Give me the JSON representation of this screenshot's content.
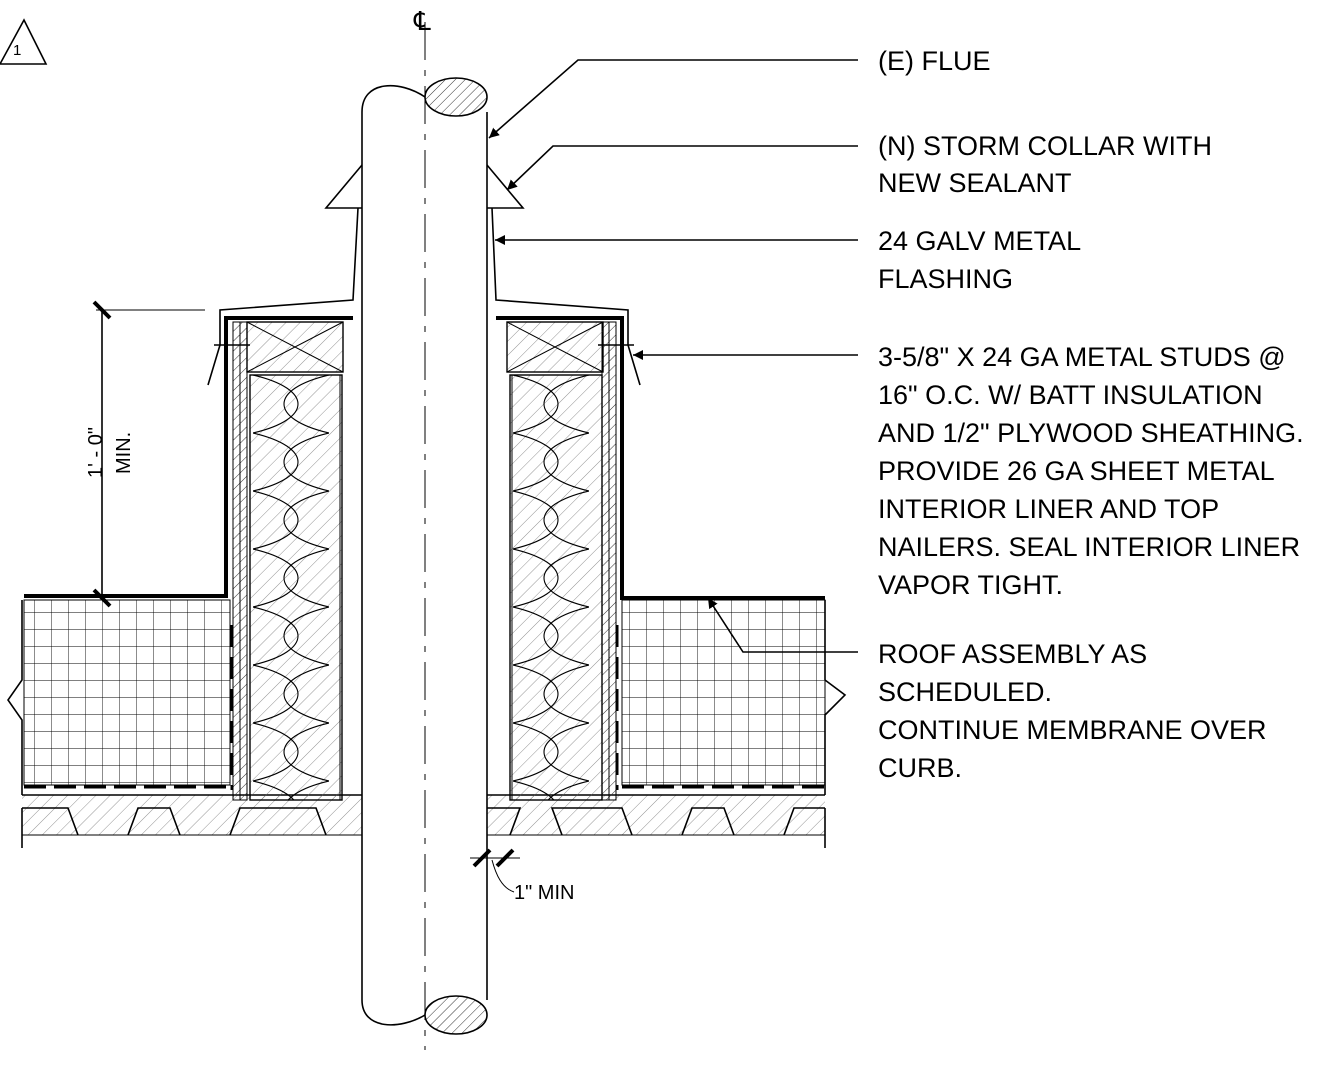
{
  "revision": {
    "number": "1"
  },
  "centerline": {
    "symbol": "℄"
  },
  "notes": {
    "flue": [
      "(E) FLUE"
    ],
    "storm_collar": [
      "(N) STORM COLLAR WITH",
      "NEW SEALANT"
    ],
    "flashing": [
      "24 GALV  METAL",
      "FLASHING"
    ],
    "studs": [
      "3-5/8\" X 24 GA METAL STUDS @",
      "16\" O.C. W/ BATT INSULATION",
      "AND 1/2\" PLYWOOD SHEATHING.",
      "PROVIDE 26 GA SHEET METAL",
      "INTERIOR LINER AND TOP",
      "NAILERS. SEAL INTERIOR LINER",
      "VAPOR TIGHT."
    ],
    "roof": [
      "ROOF ASSEMBLY AS",
      "SCHEDULED.",
      "CONTINUE MEMBRANE OVER",
      "CURB."
    ]
  },
  "dimensions": {
    "curb_height": "1' - 0\"",
    "curb_height_qualifier": "MIN.",
    "clearance": "1\" MIN"
  }
}
